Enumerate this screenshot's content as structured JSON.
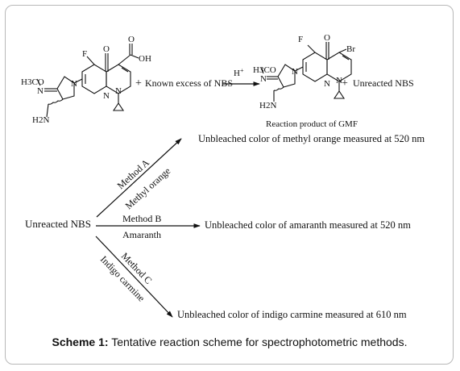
{
  "reactant": {
    "atoms": {
      "f": "F",
      "o_ketone": "O",
      "o_acid": "O",
      "oh": "OH",
      "n_quinolone": "N",
      "n_ring": "N",
      "n_pyr": "N",
      "h3co": "H3CO",
      "n_oxime": "N",
      "h2n": "H2N"
    }
  },
  "reaction": {
    "plus": "+",
    "reagent": "Known excess of NBS",
    "catalyst": "H+"
  },
  "product": {
    "atoms": {
      "f": "F",
      "o_ketone": "O",
      "br": "Br",
      "n_quinolone": "N",
      "n_ring": "N",
      "n_pyr": "N",
      "h3co": "H3CO",
      "n_oxime": "N",
      "h2n": "H2N"
    },
    "plus": "+",
    "side_product": "Unreacted NBS",
    "caption": "Reaction product of GMF"
  },
  "branches": {
    "source": "Unreacted NBS",
    "method_a": {
      "method": "Method A",
      "reagent": "Methyl orange",
      "result": "Unbleached color of methyl orange measured at 520 nm"
    },
    "method_b": {
      "method": "Method B",
      "reagent": "Amaranth",
      "result": "Unbleached color of amaranth measured at 520 nm"
    },
    "method_c": {
      "method": "Method C",
      "reagent": "Indigo carmine",
      "result": "Unbleached color of indigo carmine measured at 610 nm"
    }
  },
  "caption": {
    "label": "Scheme 1:",
    "text": "Tentative reaction scheme for spectrophotometric methods."
  }
}
